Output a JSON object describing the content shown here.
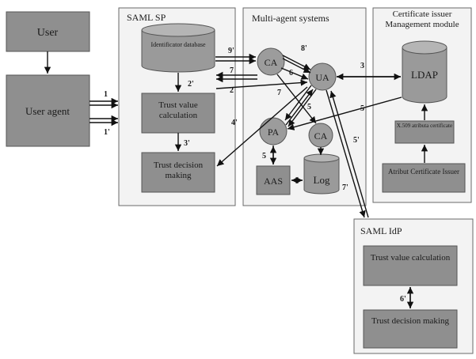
{
  "nodes": {
    "user": "User",
    "user_agent": "User agent",
    "saml_sp": "SAML SP",
    "identificator_db": "Identificator database",
    "trust_value_sp": "Trust value calculation",
    "trust_decision_sp": "Trust decision making",
    "mas": "Multi-agent systems",
    "ca_top": "CA",
    "ua": "UA",
    "pa": "PA",
    "ca_bottom": "CA",
    "aas": "AAS",
    "log": "Log",
    "cert_issuer": "Certificate issuer Management module",
    "ldap": "LDAP",
    "x509": "X.509 atributa certificate",
    "attr_cert_issuer": "Atribut Certificate Issuer",
    "saml_idp": "SAML IdP",
    "trust_value_idp": "Trust value calculation",
    "trust_decision_idp": "Trust decision making"
  },
  "edge_labels": {
    "e1": "1",
    "e1p": "1'",
    "e2p": "2'",
    "e3p": "3'",
    "e9p": "9'",
    "e7a": "7",
    "e2": "2",
    "e8p": "8'",
    "e6": "6",
    "e7b": "7",
    "e5a": "5",
    "e3": "3",
    "e5b": "5",
    "e4p": "4'",
    "e5c": "5",
    "e5p": "5'",
    "e7p": "7'",
    "e6p": "6'"
  }
}
